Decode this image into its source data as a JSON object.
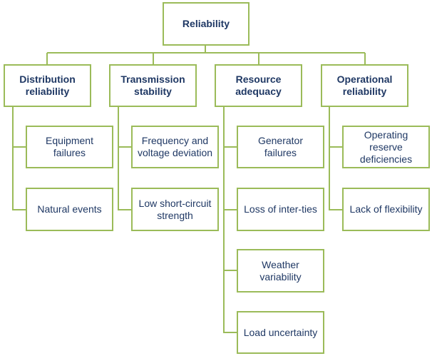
{
  "root": {
    "label": "Reliability"
  },
  "categories": [
    {
      "label": "Distribution reliability",
      "items": [
        "Equipment failures",
        "Natural events"
      ]
    },
    {
      "label": "Transmission stability",
      "items": [
        "Frequency and voltage deviation",
        "Low short-circuit strength"
      ]
    },
    {
      "label": "Resource adequacy",
      "items": [
        "Generator failures",
        "Loss of inter-ties",
        "Weather variability",
        "Load uncertainty"
      ]
    },
    {
      "label": "Operational reliability",
      "items": [
        "Operating reserve deficiencies",
        "Lack of flexibility"
      ]
    }
  ],
  "colors": {
    "border": "#9bbb59",
    "text": "#1f3864",
    "background": "#ffffff"
  }
}
